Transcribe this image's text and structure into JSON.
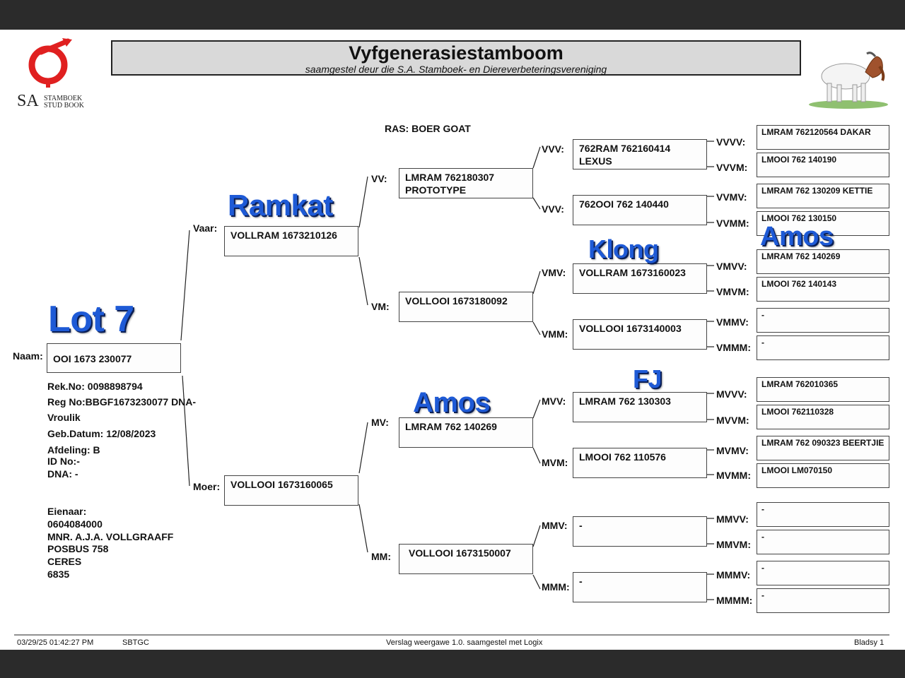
{
  "header": {
    "title": "Vyfgenerasiestamboom",
    "subtitle": "saamgestel deur die S.A. Stamboek- en Diereverbeteringsvereniging"
  },
  "logo": {
    "sa": "SA",
    "line1": "STAMBOEK",
    "line2": "STUD BOOK",
    "color": "#e02020"
  },
  "ras": "RAS: BOER GOAT",
  "animal": {
    "naam_label": "Naam:",
    "naam": "OOI 1673 230077",
    "rek": "Rek.No: 0098898794",
    "reg": "Reg No:BBGF1673230077 DNA-",
    "sex": "Vroulik",
    "geb": "Geb.Datum: 12/08/2023",
    "afdeling": "Afdeling: B",
    "id": "ID No:-",
    "dna": "DNA: -"
  },
  "owner": {
    "label": "Eienaar:",
    "number": "0604084000",
    "name": "MNR. A.J.A. VOLLGRAAFF",
    "box": "POSBUS 758",
    "town": "CERES",
    "code": "6835"
  },
  "gen1": {
    "vaar": {
      "label": "Vaar:",
      "text": "VOLLRAM 1673210126"
    },
    "moer": {
      "label": "Moer:",
      "text": "VOLLOOI 1673160065"
    }
  },
  "gen2": {
    "vv": {
      "label": "VV:",
      "text": "LMRAM 762180307\nPROTOTYPE"
    },
    "vm": {
      "label": "VM:",
      "text": "VOLLOOI 1673180092"
    },
    "mv": {
      "label": "MV:",
      "text": "LMRAM 762 140269"
    },
    "mm": {
      "label": "MM:",
      "text": "VOLLOOI 1673150007"
    }
  },
  "gen3": {
    "vvv": {
      "label": "VVV:",
      "text": "762RAM 762160414\nLEXUS"
    },
    "vvm": {
      "label": "VVV:",
      "text": "762OOI 762 140440"
    },
    "vmv": {
      "label": "VMV:",
      "text": "VOLLRAM 1673160023"
    },
    "vmm": {
      "label": "VMM:",
      "text": "VOLLOOI 1673140003"
    },
    "mvv": {
      "label": "MVV:",
      "text": "LMRAM 762 130303"
    },
    "mvm": {
      "label": "MVM:",
      "text": "LMOOI 762 110576"
    },
    "mmv": {
      "label": "MMV:",
      "text": "-"
    },
    "mmm": {
      "label": "MMM:",
      "text": "-"
    }
  },
  "gen4": [
    {
      "label": "VVVV:",
      "text": "LMRAM 762120564  DAKAR"
    },
    {
      "label": "VVVM:",
      "text": "LMOOI 762 140190"
    },
    {
      "label": "VVMV:",
      "text": "LMRAM 762 130209 KETTIE"
    },
    {
      "label": "VVMM:",
      "text": "LMOOI 762 130150"
    },
    {
      "label": "VMVV:",
      "text": "LMRAM 762 140269"
    },
    {
      "label": "VMVM:",
      "text": "LMOOI 762 140143"
    },
    {
      "label": "VMMV:",
      "text": "-"
    },
    {
      "label": "VMMM:",
      "text": "-"
    },
    {
      "label": "MVVV:",
      "text": "LMRAM 762010365"
    },
    {
      "label": "MVVM:",
      "text": "LMOOI 762110328"
    },
    {
      "label": "MVMV:",
      "text": "LMRAM 762 090323 BEERTJIE"
    },
    {
      "label": "MVMM:",
      "text": "LMOOI LM070150"
    },
    {
      "label": "MMVV:",
      "text": "-"
    },
    {
      "label": "MMVM:",
      "text": "-"
    },
    {
      "label": "MMMV:",
      "text": "-"
    },
    {
      "label": "MMMM:",
      "text": "-"
    }
  ],
  "annotations": {
    "lot": "Lot 7",
    "sire": "Ramkat",
    "vmv": "Klong",
    "mv": "Amos",
    "mvv": "FJ",
    "vmvv": "Amos",
    "color": "#1e5ad6"
  },
  "footer": {
    "timestamp": "03/29/25 01:42:27 PM",
    "code": "SBTGC",
    "report": "Verslag weergawe 1.0. saamgestel met Logix",
    "page": "Bladsy 1"
  }
}
